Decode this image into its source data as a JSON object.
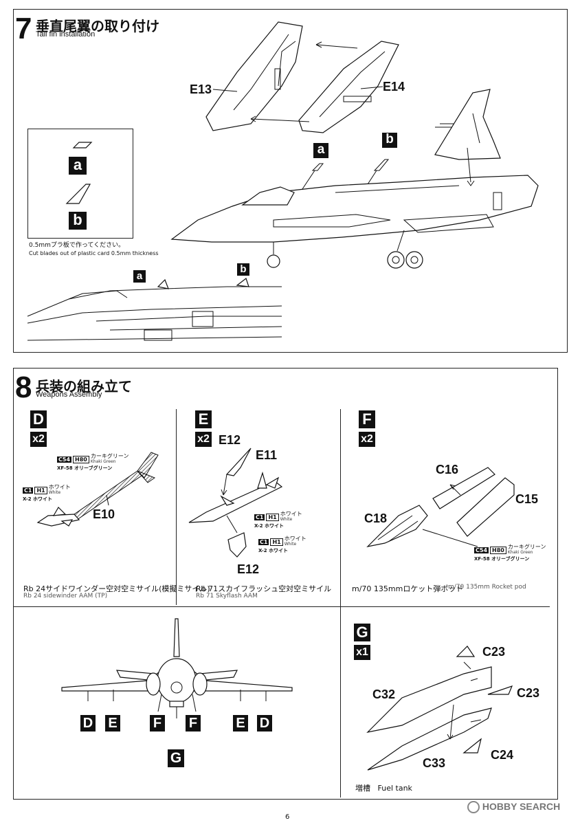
{
  "step7": {
    "number": "7",
    "title_jp": "垂直尾翼の取り付け",
    "title_en": "Tail fin installation",
    "part_e13": "E13",
    "part_e14": "E14",
    "label_a": "a",
    "label_b": "b",
    "note_jp": "0.5mmプラ板で作ってください。",
    "note_en": "Cut  blades out of plastic card 0.5mm thickness"
  },
  "step8": {
    "number": "8",
    "title_jp": "兵装の組み立て",
    "title_en": "Weapons Assembly",
    "d": {
      "letter": "D",
      "qty": "x2",
      "part": "E10",
      "paint1": {
        "code": "C54",
        "h": "H80",
        "jp": "カーキグリーン",
        "en": "Khaki Green",
        "xf": "XF-58 オリーブグリーン"
      },
      "paint2": {
        "code": "C1",
        "h": "H1",
        "jp": "ホワイト",
        "en": "White",
        "xf": "X-2 ホワイト"
      },
      "caption_jp": "Rb 24サイドワインダー空対空ミサイル(模擬ミサイル)",
      "caption_en": "Rb 24 sidewinder AAM (TP)"
    },
    "e": {
      "letter": "E",
      "qty": "x2",
      "part_top": "E12",
      "part_body": "E11",
      "part_bottom": "E12",
      "paint1": {
        "code": "C1",
        "h": "H1",
        "jp": "ホワイト",
        "en": "White",
        "xf": "X-2 ホワイト"
      },
      "paint2": {
        "code": "C1",
        "h": "H1",
        "jp": "ホワイト",
        "en": "White",
        "xf": "X-2 ホワイト"
      },
      "caption_jp": "Rb 71スカイフラッシュ空対空ミサイル",
      "caption_en": "Rb 71 Skyflash AAM"
    },
    "f": {
      "letter": "F",
      "qty": "x2",
      "part_a": "C16",
      "part_b": "C15",
      "part_c": "C18",
      "paint1": {
        "code": "C54",
        "h": "H80",
        "jp": "カーキグリーン",
        "en": "Khaki Green",
        "xf": "XF-58 オリーブグリーン"
      },
      "caption_jp": "m/70 135mmロケット弾ポッド",
      "caption_en": "m/70 135mm Rocket pod"
    },
    "front_view": {
      "labels": [
        "D",
        "E",
        "F",
        "F",
        "E",
        "D"
      ],
      "center": "G"
    },
    "g": {
      "letter": "G",
      "qty": "x1",
      "parts": [
        "C23",
        "C32",
        "C23",
        "C33",
        "C24"
      ],
      "caption_jp": "増槽",
      "caption_en": "Fuel tank"
    }
  },
  "footer": {
    "page": "6",
    "watermark": "HOBBY SEARCH"
  }
}
